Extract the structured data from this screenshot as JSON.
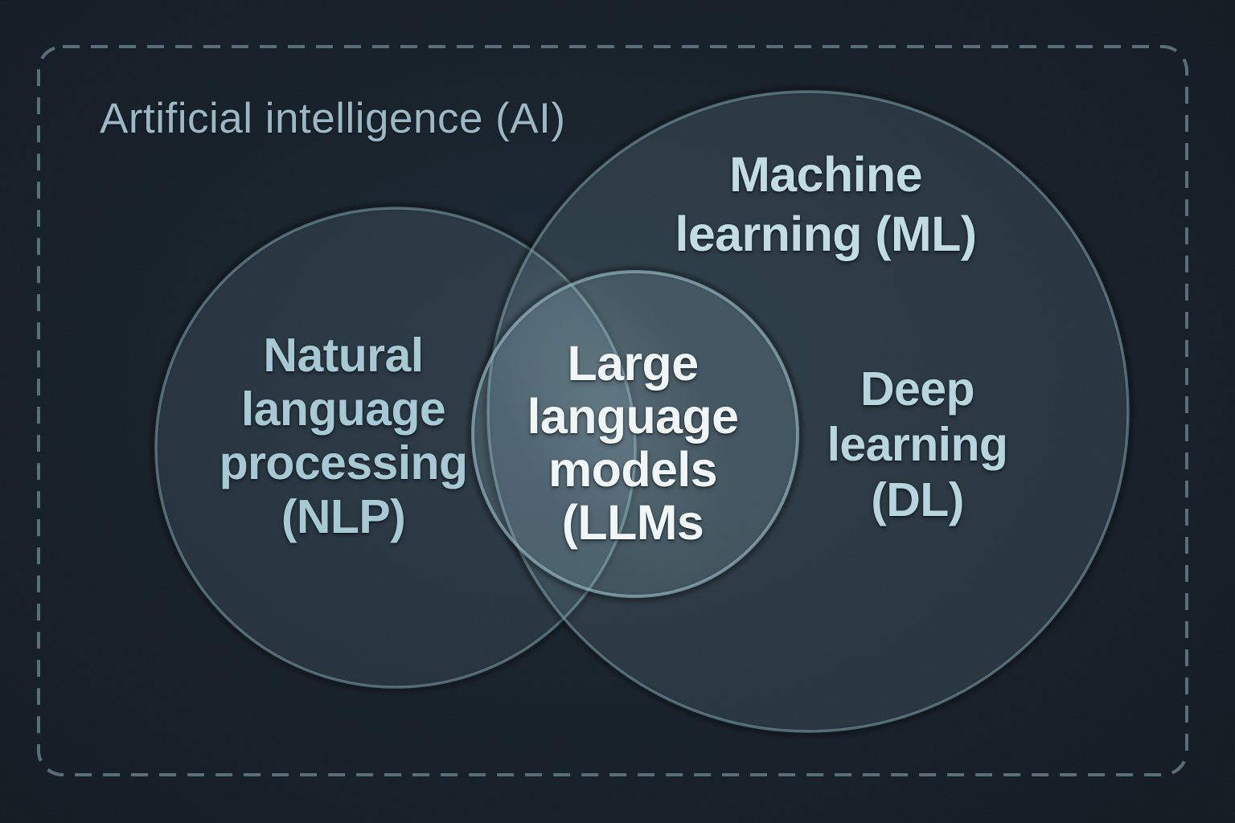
{
  "diagram": {
    "type": "venn",
    "outer_region": {
      "label": "Artificial intelligence (AI)",
      "style": "dashed rounded rectangle"
    },
    "sets": [
      {
        "id": "nlp",
        "label": "Natural language processing (NLP)",
        "label_lines": [
          "Natural",
          "language",
          "processing",
          "(NLP)"
        ],
        "region": "circle inside AI, overlaps ML"
      },
      {
        "id": "ml",
        "label": "Machine learning (ML)",
        "label_lines": [
          "Machine",
          "learning (ML)"
        ],
        "region": "large circle inside AI, overlaps NLP"
      },
      {
        "id": "dl",
        "label": "Deep learning (DL)",
        "label_lines": [
          "Deep",
          "learning",
          "(DL)"
        ],
        "region": "label inside ML circle"
      },
      {
        "id": "llm",
        "label": "Large language models (LLMs",
        "label_lines": [
          "Large",
          "language",
          "models",
          "(LLMs"
        ],
        "region": "bright circle at intersection of NLP and ML"
      }
    ]
  },
  "theme": {
    "background": "#141E27",
    "backgroundEdge": "#111A22",
    "backgroundCenter": "#1C2A35",
    "circleLight": "#AAD4E0",
    "circleStroke": "#8FB9C7",
    "llmStroke": "#9FC6D2",
    "dashedBorder": "#647A85",
    "aiLabelColor": "#9BB8C4",
    "mlLabelColor": "#C2DDE2",
    "nlpLabelColor": "#A6C9D4",
    "dlLabelColor": "#B7D5DC",
    "llmLabelColor": "#F0F5F6"
  }
}
